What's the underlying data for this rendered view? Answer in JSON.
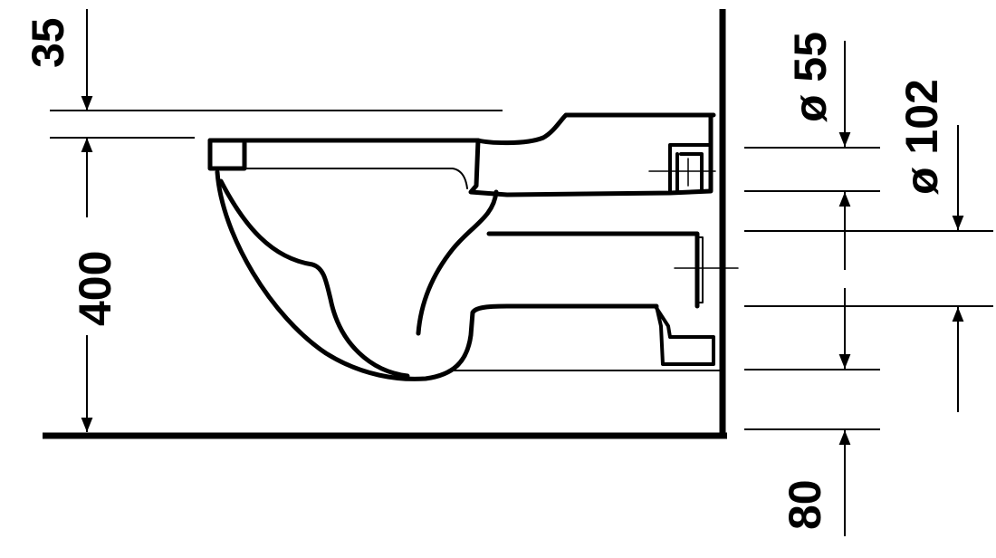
{
  "dimensions": {
    "height_35": "35",
    "height_400": "400",
    "height_80": "80",
    "dia_55": "ø 55",
    "dia_102": "ø 102"
  },
  "colors": {
    "ink": "#000000",
    "paper": "#ffffff"
  }
}
